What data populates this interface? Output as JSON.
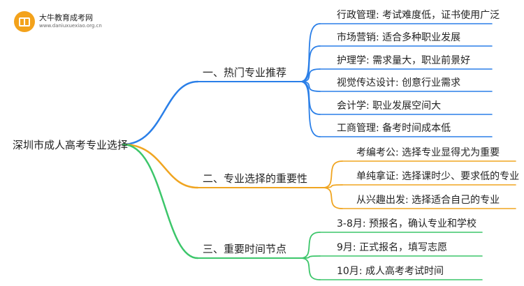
{
  "logo": {
    "name": "大牛教育成考网",
    "url": "www.daniuxuexiao.org.cn"
  },
  "root": {
    "label": "深圳市成人高考专业选择"
  },
  "branches": [
    {
      "label": "一、热门专业推荐",
      "color": "#2a7fe8",
      "leaves": [
        "行政管理: 考试难度低，证书使用广泛",
        "市场营销: 适合多种职业发展",
        "护理学: 需求量大，职业前景好",
        "视觉传达设计: 创意行业需求",
        "会计学: 职业发展空间大",
        "工商管理: 备考时间成本低"
      ]
    },
    {
      "label": "二、专业选择的重要性",
      "color": "#f0a521",
      "leaves": [
        "考编考公: 选择专业显得尤为重要",
        "单纯拿证: 选择课时少、要求低的专业",
        "从兴趣出发: 选择适合自己的专业"
      ]
    },
    {
      "label": "三、重要时间节点",
      "color": "#3cc66a",
      "leaves": [
        "3-8月: 预报名，确认专业和学校",
        "9月: 正式报名，填写志愿",
        "10月: 成人高考考试时间"
      ]
    }
  ]
}
